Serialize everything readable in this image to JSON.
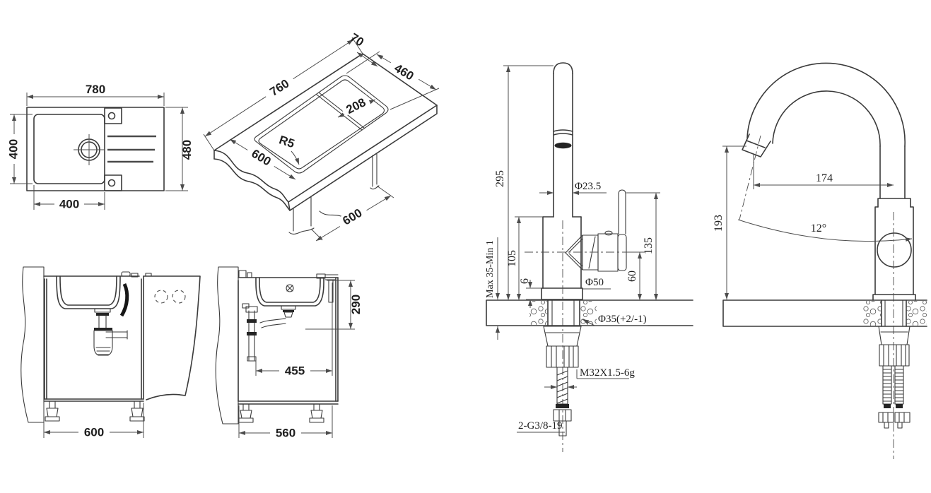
{
  "colors": {
    "background": "#ffffff",
    "line": "#3a3a3a"
  },
  "sink_top_view": {
    "overall_width": "780",
    "bowl_inner_depth": "400",
    "overall_depth": "480",
    "bowl_inner_width": "400"
  },
  "cutout_iso_view": {
    "rear_offset": "70",
    "cutout_width": "460",
    "cutout_length": "760",
    "drainer_width": "208",
    "corner_radius": "R5",
    "worktop_depth": "600",
    "cabinet_depth": "600"
  },
  "install_side_view": {
    "cabinet_width": "600"
  },
  "install_front_view": {
    "bowl_depth": "290",
    "drain_offset": "455",
    "cabinet_width": "560"
  },
  "faucet_side_view": {
    "spout_height": "295",
    "body_height": "105",
    "clamp_range": "Max 35-Min 1",
    "base_plate_thickness": "6",
    "spout_diameter": "Φ23.5",
    "handle_top_height": "135",
    "valve_center_height": "60",
    "base_diameter": "Φ50",
    "mount_hole_diameter": "Φ35(+2/-1)",
    "mount_thread": "M32X1.5-6g",
    "hose_thread": "2-G3/8-19"
  },
  "faucet_front_view": {
    "spout_reach": "174",
    "outlet_height": "193",
    "outlet_angle": "12°"
  }
}
